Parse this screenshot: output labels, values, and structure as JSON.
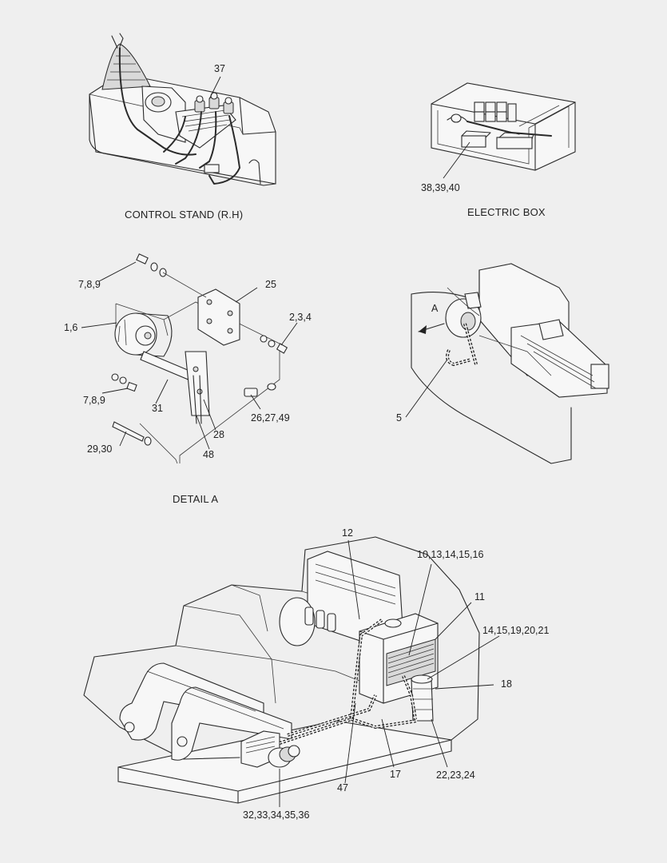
{
  "captions": {
    "control_stand": "CONTROL STAND (R.H)",
    "electric_box": "ELECTRIC BOX",
    "detail_a": "DETAIL  A"
  },
  "view_marker": "A",
  "callouts": {
    "c37": "37",
    "c38": "38,39,40",
    "c789_top": "7,8,9",
    "c25": "25",
    "c16": "1,6",
    "c234": "2,3,4",
    "c789_bot": "7,8,9",
    "c31": "31",
    "c262749": "26,27,49",
    "c28": "28",
    "c2930": "29,30",
    "c48": "48",
    "c5": "5",
    "c12": "12",
    "c10": "10,13,14,15,16",
    "c11": "11",
    "c14": "14,15,19,20,21",
    "c18": "18",
    "c17": "17",
    "c47": "47",
    "c222324": "22,23,24",
    "c32": "32,33,34,35,36"
  }
}
